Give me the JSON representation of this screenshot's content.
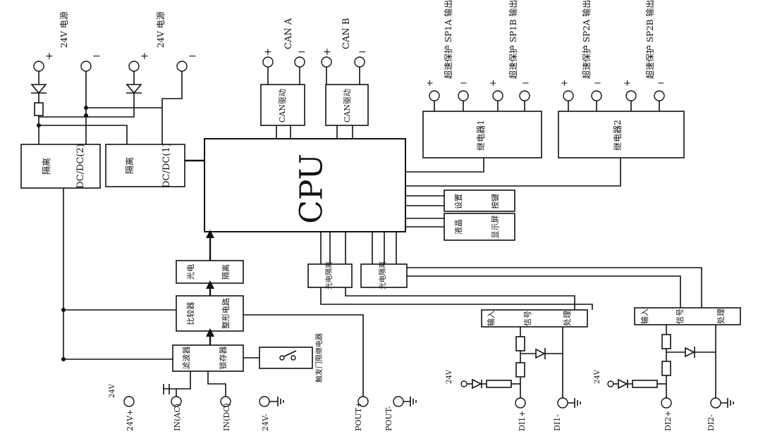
{
  "power": {
    "label1": "24V 电源",
    "label2": "24V 电源",
    "plus": "+",
    "minus": "−"
  },
  "blocks": {
    "dcdc2": {
      "line1": "隔离",
      "line2": "DC/DC(2)"
    },
    "dcdc1": {
      "line1": "隔离",
      "line2": "DC/DC(1)"
    },
    "cpu": "CPU",
    "can_driver_a": "CAN驱动",
    "can_driver_b": "CAN驱动",
    "relay1": "继电器1",
    "relay2": "继电器2",
    "settings": {
      "line1": "设置",
      "line2": "按键"
    },
    "lcd": {
      "line1": "液晶",
      "line2": "显示屏"
    },
    "opto": {
      "line1": "光电",
      "line2": "隔离"
    },
    "comparator": {
      "line1": "比较器",
      "line2": "整形电路"
    },
    "filter": {
      "line1": "滤波器",
      "line2": "锁存器"
    },
    "door": "触发门限继电器",
    "opto_iso_1": "光电隔离",
    "opto_iso_2": "光电隔离",
    "input1": {
      "line1": "输入",
      "line2": "信号",
      "line3": "处理"
    },
    "input2": {
      "line1": "输入",
      "line2": "信号",
      "line3": "处理"
    }
  },
  "can": {
    "a": "CAN A",
    "b": "CAN B"
  },
  "outputs": {
    "sp1a": "超速保护 SP1A 输出",
    "sp1b": "超速保护 SP1B 输出",
    "sp2a": "超速保护 SP2A 输出",
    "sp2b": "超速保护 SP2B 输出"
  },
  "terminals": {
    "v24": "24V",
    "v24plus": "24V+",
    "in_ac": "IN(AC)",
    "in_dc": "IN(DC)",
    "v24minus": "24V-",
    "pout_plus": "POUT+",
    "pout_minus": "POUT-",
    "di1_plus": "DI1+",
    "di1_minus": "DI1-",
    "di2_plus": "DI2+",
    "di2_minus": "DI2-",
    "v24_di1": "24V",
    "v24_di2": "24V"
  }
}
